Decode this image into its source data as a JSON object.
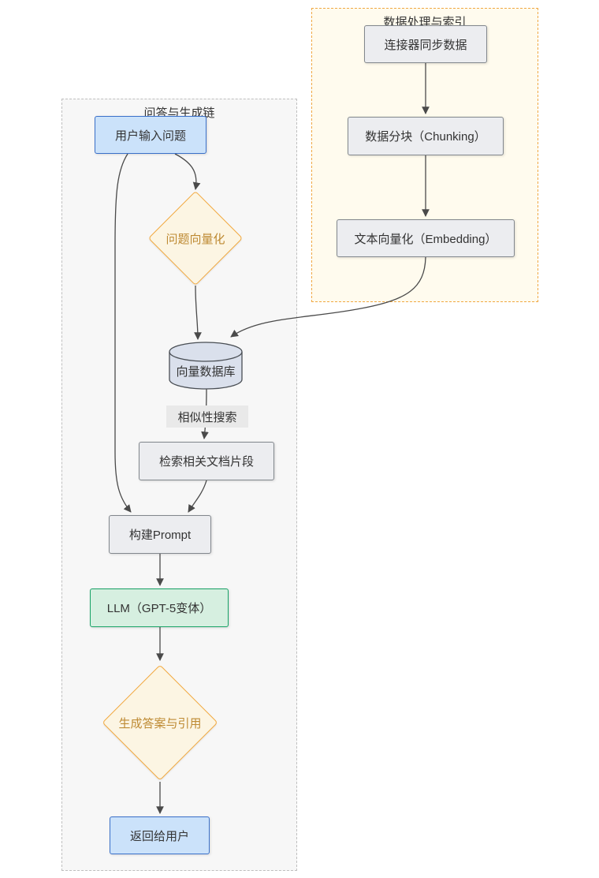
{
  "clusters": {
    "indexing": {
      "title": "数据处理与索引"
    },
    "qa": {
      "title": "问答与生成链"
    }
  },
  "nodes": {
    "connector_sync": {
      "label": "连接器同步数据"
    },
    "chunking": {
      "label": "数据分块（Chunking）"
    },
    "embedding": {
      "label": "文本向量化（Embedding）"
    },
    "user_input": {
      "label": "用户输入问题"
    },
    "question_vectorize": {
      "label": "问题向量化"
    },
    "vector_db": {
      "label": "向量数据库"
    },
    "retrieve_docs": {
      "label": "检索相关文档片段"
    },
    "build_prompt": {
      "label": "构建Prompt"
    },
    "llm": {
      "label": "LLM（GPT-5变体）"
    },
    "generate_answer": {
      "label": "生成答案与引用"
    },
    "return_user": {
      "label": "返回给用户"
    }
  },
  "edge_labels": {
    "similarity_search": "相似性搜索"
  },
  "colors": {
    "cluster_index_bg": "#FFFBEE",
    "cluster_index_border": "#F0A843",
    "cluster_qa_bg": "#F7F7F7",
    "cluster_qa_border": "#BFBFBF",
    "node_gray_bg": "#ECEDF0",
    "node_gray_border": "#82878D",
    "node_blue_bg": "#CBE2FA",
    "node_blue_border": "#3A70C9",
    "node_green_bg": "#D6EFE0",
    "node_green_border": "#17A266",
    "diamond_bg": "#FCF5E3",
    "diamond_border": "#F2A93F",
    "diamond_text": "#BE8A33",
    "cylinder_bg": "#DAE0EC",
    "cylinder_border": "#494E54",
    "edge": "#4A4A4A",
    "label_bg": "#E9E9E9",
    "text": "#333333"
  }
}
